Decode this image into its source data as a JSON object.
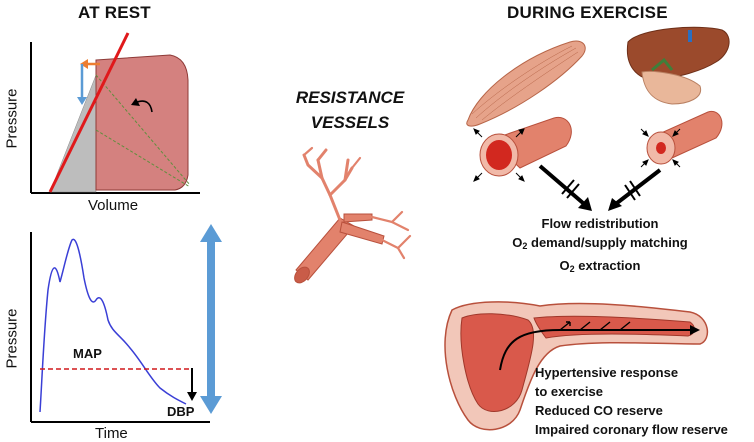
{
  "at_rest": {
    "title": "AT REST",
    "pv_loop": {
      "x_label": "Volume",
      "y_label": "Pressure"
    },
    "bp_curve": {
      "x_label": "Time",
      "y_label": "Pressure",
      "map_label": "MAP",
      "dbp_label": "DBP"
    }
  },
  "center": {
    "line1": "RESISTANCE",
    "line2": "VESSELS"
  },
  "during_exercise": {
    "title": "DURING EXERCISE",
    "effects": {
      "line1": "Flow redistribution",
      "line2_pre": "O",
      "line2_sub": "2",
      "line2_post": " demand/supply matching",
      "line3_pre": "O",
      "line3_sub": "2",
      "line3_post": " extraction"
    },
    "heart_outcomes": [
      "Hypertensive response",
      "to exercise",
      "Reduced CO reserve",
      "Impaired coronary flow reserve"
    ]
  },
  "colors": {
    "elastance_line": "#e0191b",
    "loop_fill": "#c9625f",
    "vessel": "#e2826c",
    "vessel_dark": "#b8503c",
    "bp_curve": "#3a3fd6",
    "map_line": "#d0191b",
    "blue_arrow": "#5b9bd5",
    "orange_arrow": "#ed7d31"
  }
}
